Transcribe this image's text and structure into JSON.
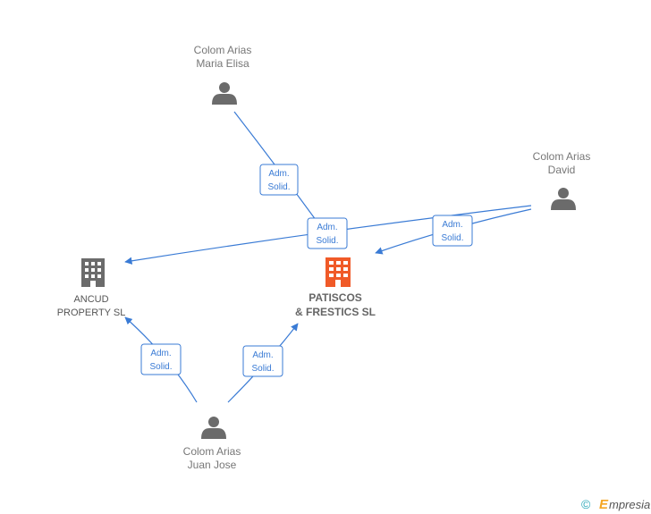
{
  "nodes": {
    "colom_maria": {
      "type": "person",
      "line1": "Colom Arias",
      "line2": "Maria Elisa"
    },
    "colom_david": {
      "type": "person",
      "line1": "Colom Arias",
      "line2": "David"
    },
    "colom_juan": {
      "type": "person",
      "line1": "Colom Arias",
      "line2": "Juan Jose"
    },
    "ancud": {
      "type": "company",
      "line1": "ANCUD",
      "line2": "PROPERTY  SL",
      "color": "#6b6b6b"
    },
    "patiscos": {
      "type": "company",
      "line1": "PATISCOS",
      "line2": "& FRESTICS SL",
      "color": "#f05a28"
    }
  },
  "edges": [
    {
      "from": "colom_maria",
      "to": "patiscos",
      "label1": "Adm.",
      "label2": "Solid."
    },
    {
      "from": "colom_david",
      "to": "ancud",
      "label1": "Adm.",
      "label2": "Solid."
    },
    {
      "from": "colom_david",
      "to": "patiscos",
      "label1": "Adm.",
      "label2": "Solid."
    },
    {
      "from": "colom_juan",
      "to": "ancud",
      "label1": "Adm.",
      "label2": "Solid."
    },
    {
      "from": "colom_juan",
      "to": "patiscos",
      "label1": "Adm.",
      "label2": "Solid."
    }
  ],
  "colors": {
    "edge": "#3a7bd5",
    "person_icon": "#6b6b6b"
  },
  "brand": {
    "copyright": "©",
    "e_letter": "E",
    "rest": "mpresia"
  }
}
